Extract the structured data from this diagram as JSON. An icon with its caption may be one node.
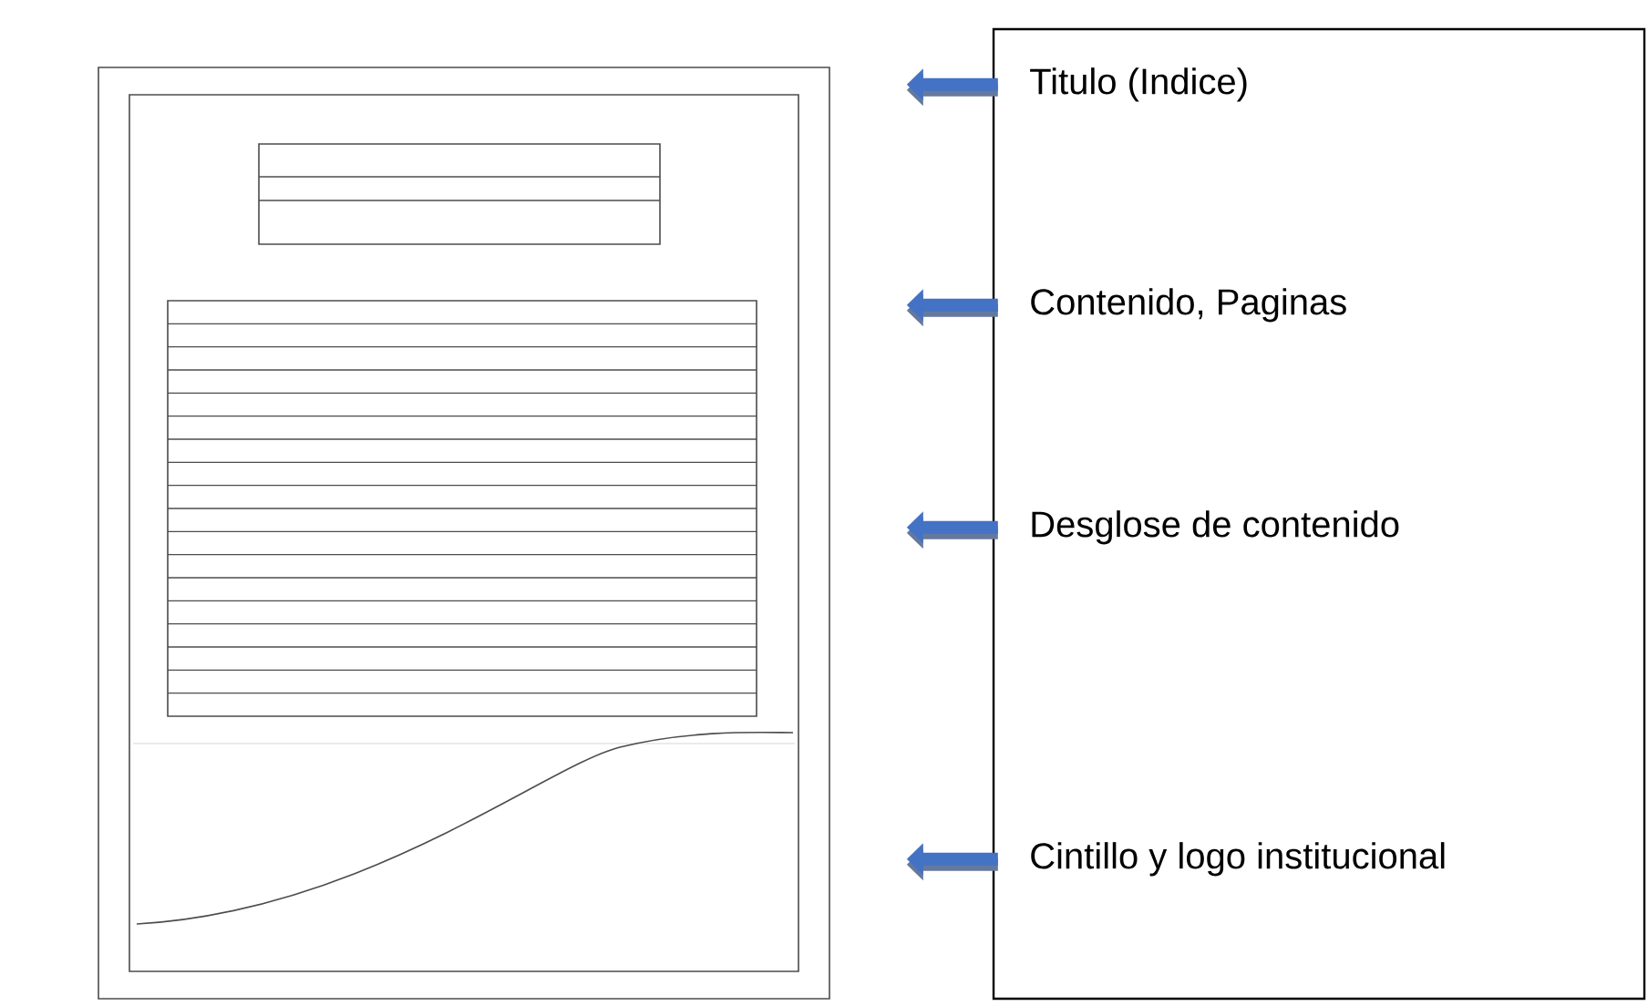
{
  "diagram": {
    "nodes": [
      {
        "text": [],
        "shape": "box"
      },
      {
        "text": [
          "Titulo (Indice)"
        ],
        "in": 0
      },
      {
        "text": [
          "Contenido, Paginas"
        ],
        "in": 0
      },
      {
        "text": [
          "Desglose de contenido"
        ],
        "in": 0
      },
      {
        "text": [
          "Cintillo y logo institucional"
        ],
        "in": 0
      }
    ],
    "edges": [
      {
        "from": 1,
        "to": null,
        "arrow": "to"
      },
      {
        "from": 2,
        "to": null,
        "arrow": "to"
      },
      {
        "from": 3,
        "to": null,
        "arrow": "to"
      },
      {
        "from": 4,
        "to": null,
        "arrow": "to"
      }
    ]
  }
}
